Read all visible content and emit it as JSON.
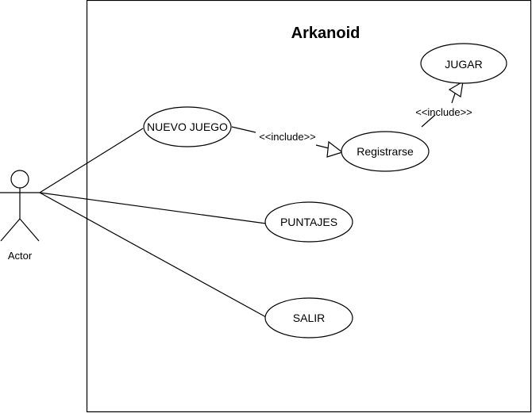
{
  "system": {
    "title": "Arkanoid"
  },
  "actor": {
    "label": "Actor"
  },
  "use_cases": {
    "nuevo_juego": "NUEVO JUEGO",
    "registrarse": "Registrarse",
    "jugar": "JUGAR",
    "puntajes": "PUNTAJES",
    "salir": "SALIR"
  },
  "relations": {
    "include_registrarse": "<<include>>",
    "include_jugar": "<<include>>"
  },
  "colors": {
    "stroke": "#000000",
    "background": "#ffffff"
  }
}
